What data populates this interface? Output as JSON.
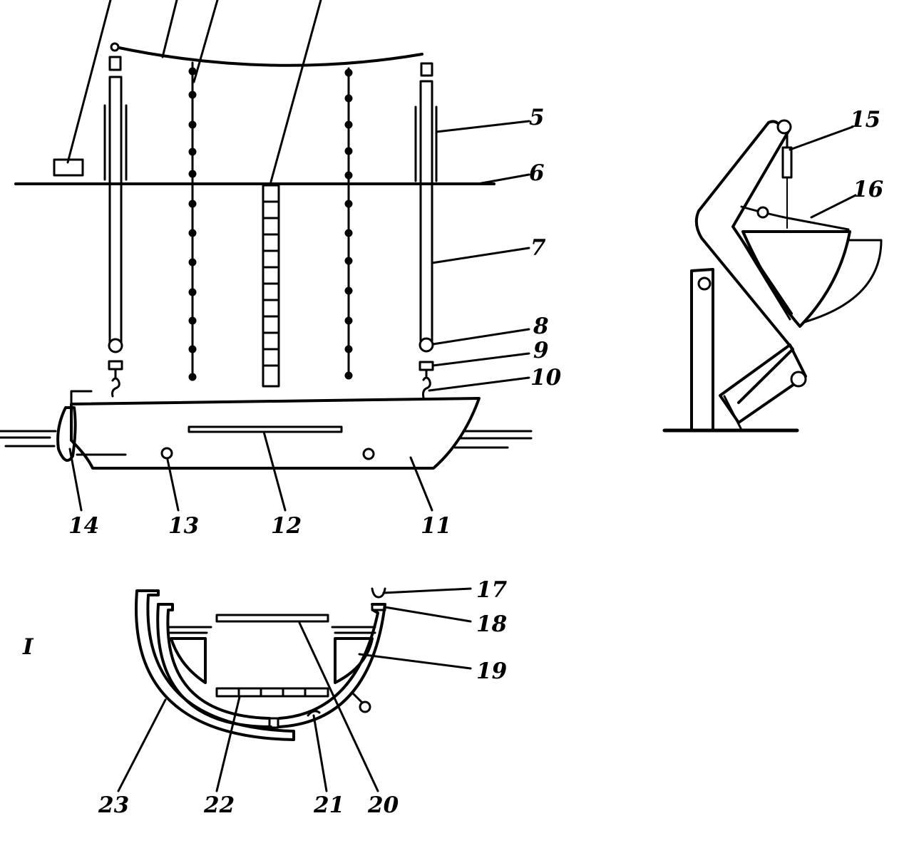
{
  "labels": {
    "l5": "5",
    "l6": "6",
    "l7": "7",
    "l8": "8",
    "l9": "9",
    "l10": "10",
    "l11": "11",
    "l12": "12",
    "l13": "13",
    "l14": "14",
    "l15": "15",
    "l16": "16",
    "l17": "17",
    "l18": "18",
    "l19": "19",
    "l20": "20",
    "l21": "21",
    "l22": "22",
    "l23": "23",
    "roman_i": "I"
  }
}
